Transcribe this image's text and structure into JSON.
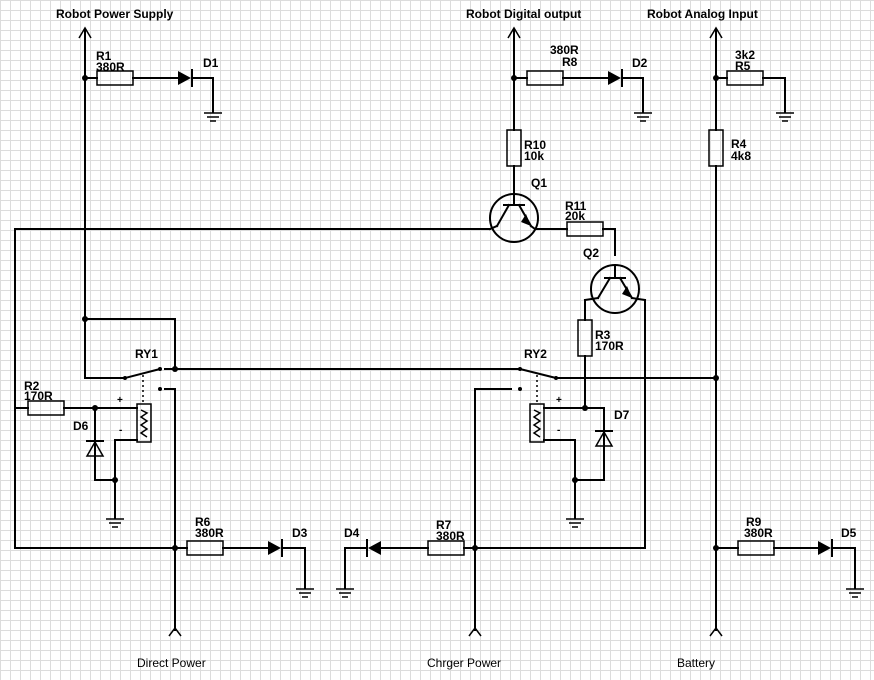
{
  "ports": {
    "robot_power_supply": "Robot Power Supply",
    "robot_digital_output": "Robot Digital output",
    "robot_analog_input": "Robot Analog Input",
    "direct_power": "Direct Power",
    "charger_power": "Chrger Power",
    "battery": "Battery"
  },
  "components": {
    "R1": {
      "ref": "R1",
      "value": "380R"
    },
    "R2": {
      "ref": "R2",
      "value": "170R"
    },
    "R3": {
      "ref": "R3",
      "value": "170R"
    },
    "R4": {
      "ref": "R4",
      "value": "4k8"
    },
    "R5": {
      "ref": "R5",
      "value": "3k2"
    },
    "R6": {
      "ref": "R6",
      "value": "380R"
    },
    "R7": {
      "ref": "R7",
      "value": "380R"
    },
    "R8": {
      "ref": "R8",
      "value": "380R"
    },
    "R9": {
      "ref": "R9",
      "value": "380R"
    },
    "R10": {
      "ref": "R10",
      "value": "10k"
    },
    "R11": {
      "ref": "R11",
      "value": "20k"
    },
    "D1": "D1",
    "D2": "D2",
    "D3": "D3",
    "D4": "D4",
    "D5": "D5",
    "D6": "D6",
    "D7": "D7",
    "Q1": "Q1",
    "Q2": "Q2",
    "RY1": "RY1",
    "RY2": "RY2"
  },
  "polarity": {
    "plus": "+",
    "minus": "-"
  }
}
